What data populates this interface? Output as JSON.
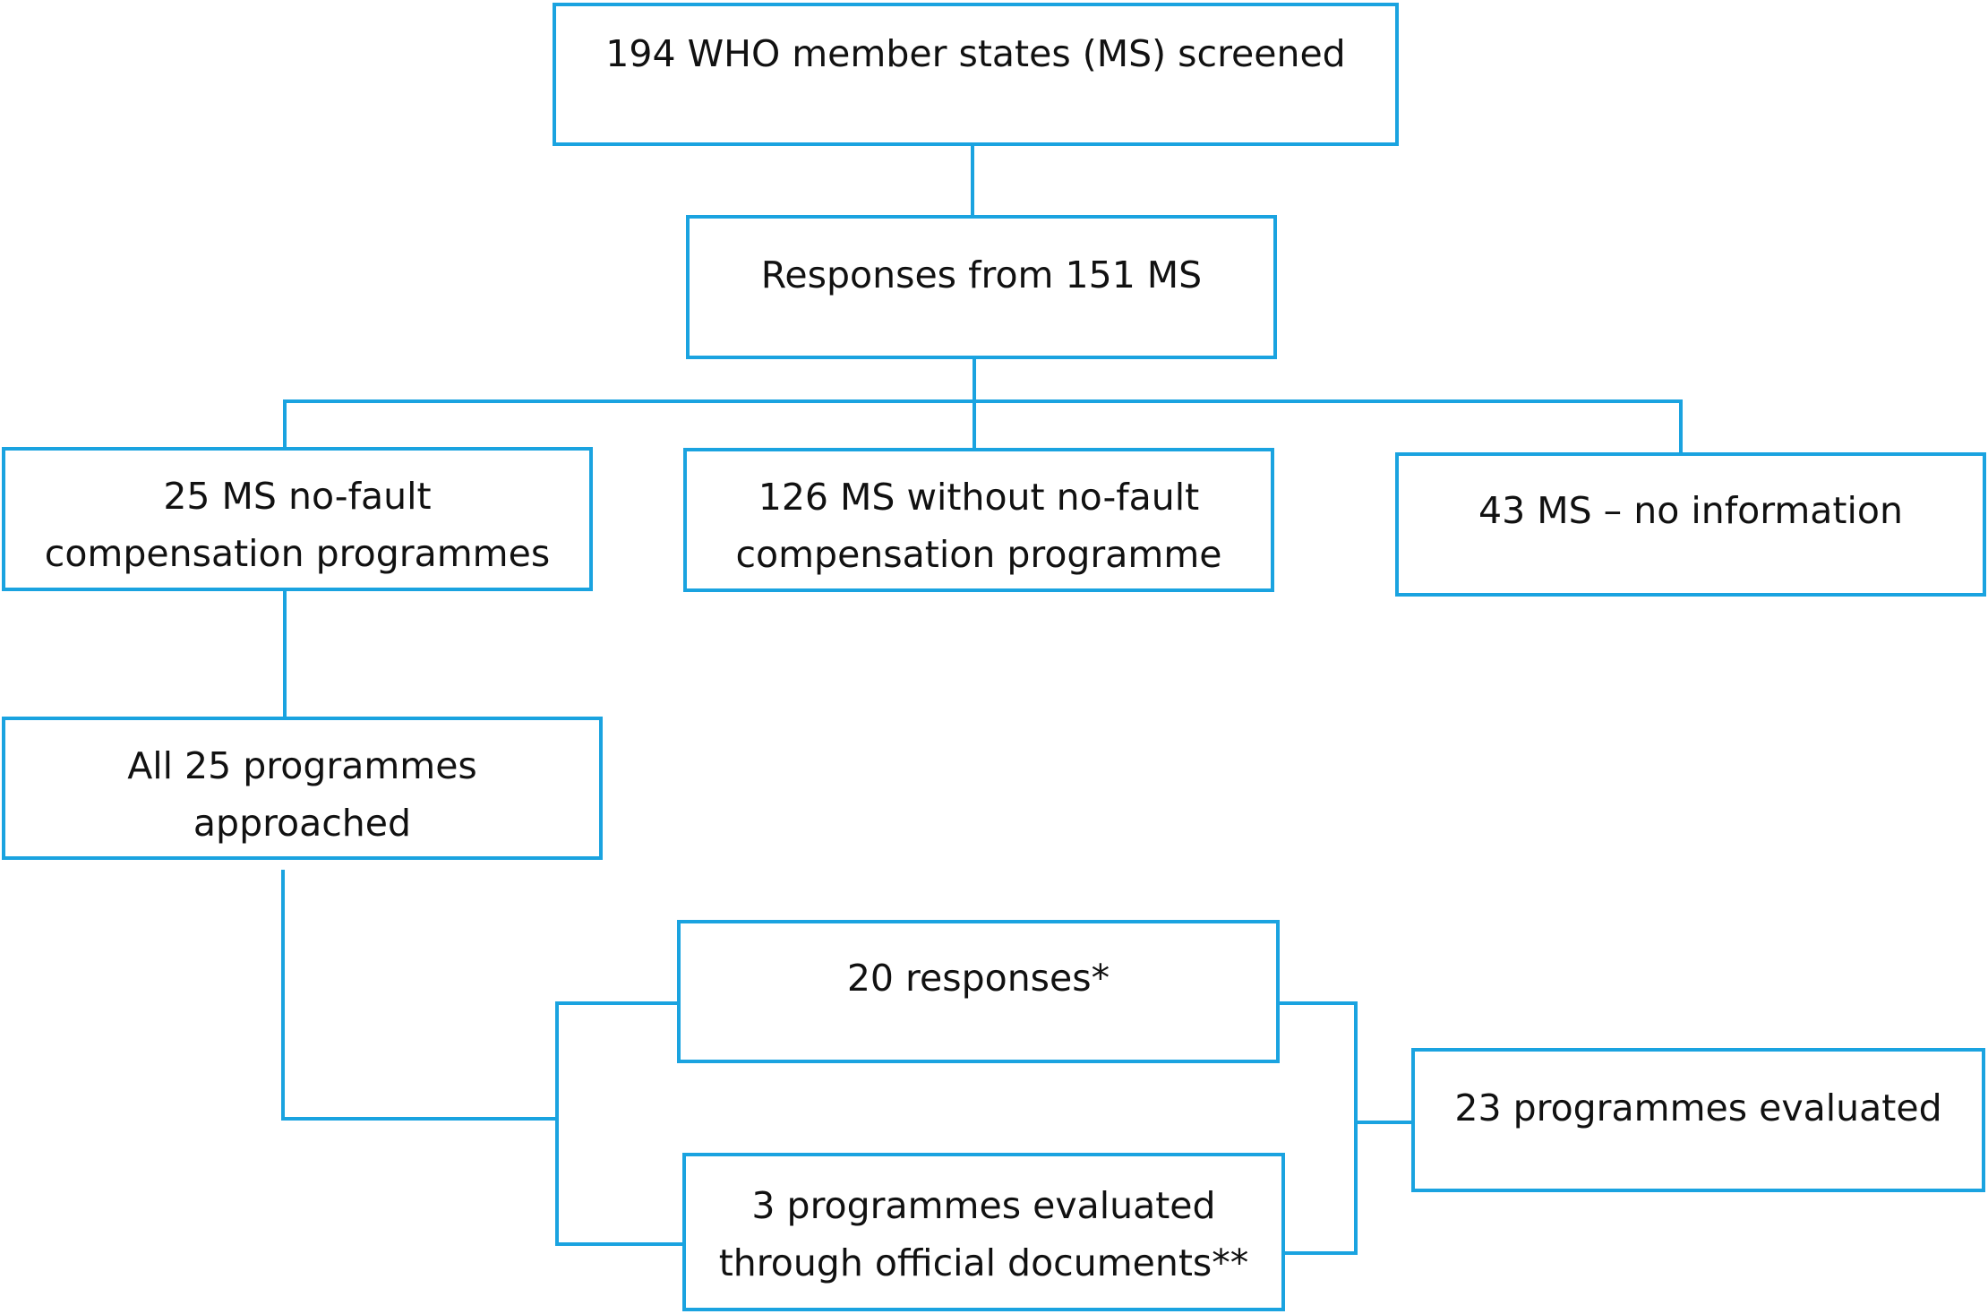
{
  "colors": {
    "border": "#1aa3e0",
    "text": "#111111",
    "background": "#ffffff"
  },
  "nodes": {
    "screened": "194 WHO member states (MS) screened",
    "responses": "Responses from 151 MS",
    "nofault": "25 MS no-fault\ncompensation programmes",
    "without": "126 MS without no-fault\ncompensation programme",
    "noinfo": "43 MS – no information",
    "approached": "All 25 programmes\napproached",
    "responses_20": "20 responses*",
    "official_docs": "3 programmes evaluated\nthrough official documents**",
    "evaluated": "23 programmes evaluated"
  }
}
